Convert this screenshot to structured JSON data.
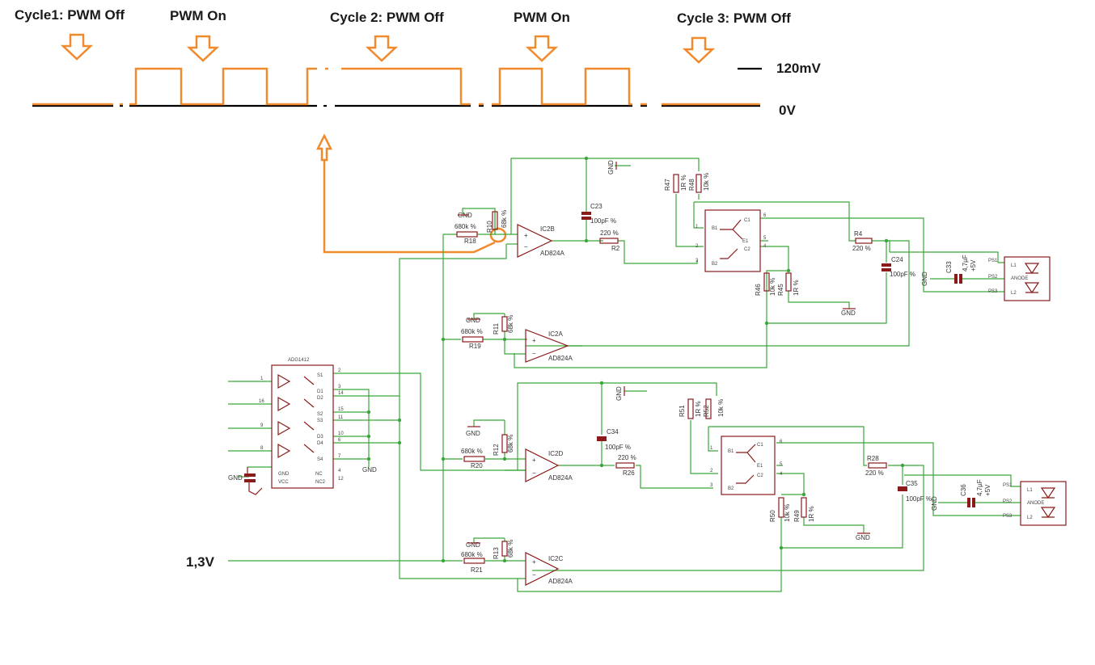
{
  "waveform": {
    "cycle_labels": [
      "Cycle1: PWM Off",
      "PWM On",
      "Cycle 2: PWM Off",
      "PWM On",
      "Cycle 3: PWM Off"
    ],
    "level_high": "120mV",
    "level_low": "0V",
    "colors": {
      "signal": "#f08a2c",
      "baseline": "#000000"
    }
  },
  "schematic": {
    "input_label": "1,3V",
    "opamps": [
      {
        "name": "IC2B",
        "type": "AD824A"
      },
      {
        "name": "IC2A",
        "type": "AD824A"
      },
      {
        "name": "IC2D",
        "type": "AD824A"
      },
      {
        "name": "IC2C",
        "type": "AD824A"
      }
    ],
    "resistors_680k": [
      {
        "name": "R18",
        "value": "680k %"
      },
      {
        "name": "R19",
        "value": "680k %"
      },
      {
        "name": "R20",
        "value": "680k %"
      },
      {
        "name": "R21",
        "value": "680k %"
      }
    ],
    "resistors_68k": [
      {
        "name": "R10",
        "value": "68k %"
      },
      {
        "name": "R11",
        "value": "68k %"
      },
      {
        "name": "R12",
        "value": "68k %"
      },
      {
        "name": "R13",
        "value": "68k %"
      }
    ],
    "resistors_220": [
      {
        "name": "R2",
        "value": "220 %"
      },
      {
        "name": "R26",
        "value": "220 %"
      },
      {
        "name": "R4",
        "value": "220 %"
      },
      {
        "name": "R28",
        "value": "220 %"
      }
    ],
    "caps_100p": [
      {
        "name": "C23",
        "value": "100pF %"
      },
      {
        "name": "C24",
        "value": "100pF %"
      },
      {
        "name": "C34",
        "value": "100pF %"
      },
      {
        "name": "C35",
        "value": "100pF %"
      }
    ],
    "caps_4u7": [
      {
        "name": "C33",
        "value": "4,7µF"
      },
      {
        "name": "C36",
        "value": "4,7µF"
      }
    ],
    "upper_bias": {
      "r1": "R47",
      "v1": "1R %",
      "r2": "R48",
      "v2": "10k %",
      "r3": "R46",
      "v3": "10k %",
      "r4": "R45",
      "v4": "1R %"
    },
    "lower_bias": {
      "r1": "R51",
      "v1": "1R %",
      "r2": "R52",
      "v2": "10k %",
      "r3": "R50",
      "v3": "10k %",
      "r4": "R49",
      "v4": "1R %"
    },
    "gnd_label": "GND",
    "supply_label": "+5V",
    "mux_pins": [
      "1",
      "16",
      "9",
      "8"
    ],
    "mux_bottom": [
      "GND",
      "VCC",
      "NC",
      "NC2"
    ]
  }
}
